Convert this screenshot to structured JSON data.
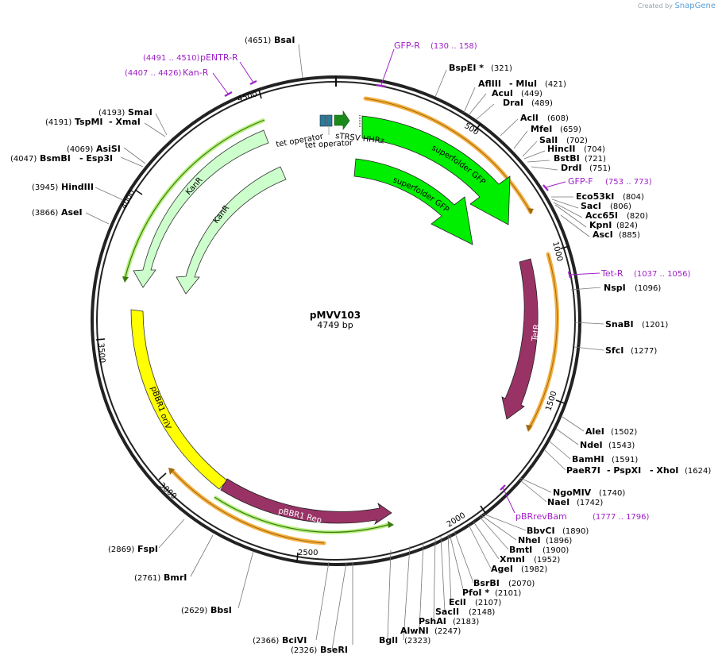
{
  "credit": {
    "prefix": "Created by",
    "brand": "SnapGene"
  },
  "plasmid": {
    "name": "pMVV103",
    "length_label": "4749 bp",
    "length": 4749
  },
  "tick_marks": [
    "500",
    "1000",
    "1500",
    "2000",
    "2500",
    "3000",
    "3500",
    "4000",
    "4500"
  ],
  "features": [
    {
      "id": "gfp-outer",
      "label": "superfolder GFP",
      "color": "#00ee00",
      "text_color": "#000000"
    },
    {
      "id": "gfp-inner",
      "label": "superfolder GFP",
      "color": "#00ee00",
      "text_color": "#000000"
    },
    {
      "id": "tetr",
      "label": "TetR",
      "color": "#993366",
      "text_color": "#ffffff"
    },
    {
      "id": "kanr-outer",
      "label": "KanR",
      "color": "#ccffcc",
      "text_color": "#000000"
    },
    {
      "id": "kanr-inner",
      "label": "KanR",
      "color": "#ccffcc",
      "text_color": "#000000"
    },
    {
      "id": "pbbr1-oriv",
      "label": "pBBR1 oriV",
      "color": "#ffff00",
      "text_color": "#000000"
    },
    {
      "id": "pbbr1-rep",
      "label": "pBBR1 Rep",
      "color": "#993366",
      "text_color": "#ffffff"
    }
  ],
  "small_features": {
    "tet_operator_1": "tet operator",
    "tet_operator_2": "tet operator",
    "strsv": "sTRSV HHRz"
  },
  "primers": [
    {
      "name": "GFP-R",
      "range": "(130 .. 158)"
    },
    {
      "name": "pENTR-R",
      "range": "(4491 .. 4510)"
    },
    {
      "name": "Kan-R",
      "range": "(4407 .. 4426)"
    },
    {
      "name": "GFP-F",
      "range": "(753 .. 773)"
    },
    {
      "name": "Tet-R",
      "range": "(1037 .. 1056)"
    },
    {
      "name": "pBRrevBam",
      "range": "(1777 .. 1796)"
    }
  ],
  "sites": [
    {
      "pos": "(4651)",
      "name": "BsaI"
    },
    {
      "name": "BspEI *",
      "pos": "(321)"
    },
    {
      "name": "AflIII",
      "name2": "- MluI",
      "pos": "(421)"
    },
    {
      "name": "AcuI",
      "pos": "(449)"
    },
    {
      "name": "DraI",
      "pos": "(489)"
    },
    {
      "name": "AclI",
      "pos": "(608)"
    },
    {
      "name": "MfeI",
      "pos": "(659)"
    },
    {
      "name": "SalI",
      "pos": "(702)"
    },
    {
      "name": "HincII",
      "pos": "(704)"
    },
    {
      "name": "BstBI",
      "pos": "(721)"
    },
    {
      "name": "DrdI",
      "pos": "(751)"
    },
    {
      "name": "Eco53kI",
      "pos": "(804)"
    },
    {
      "name": "SacI",
      "pos": "(806)"
    },
    {
      "name": "Acc65I",
      "pos": "(820)"
    },
    {
      "name": "KpnI",
      "pos": "(824)"
    },
    {
      "name": "AscI",
      "pos": "(885)"
    },
    {
      "name": "NspI",
      "pos": "(1096)"
    },
    {
      "name": "SnaBI",
      "pos": "(1201)"
    },
    {
      "name": "SfcI",
      "pos": "(1277)"
    },
    {
      "name": "AleI",
      "pos": "(1502)"
    },
    {
      "name": "NdeI",
      "pos": "(1543)"
    },
    {
      "name": "BamHI",
      "pos": "(1591)"
    },
    {
      "name": "PaeR7I",
      "name2": "- PspXI",
      "name3": "- XhoI",
      "pos": "(1624)"
    },
    {
      "name": "NgoMIV",
      "pos": "(1740)"
    },
    {
      "name": "NaeI",
      "pos": "(1742)"
    },
    {
      "name": "BbvCI",
      "pos": "(1890)"
    },
    {
      "name": "NheI",
      "pos": "(1896)"
    },
    {
      "name": "BmtI",
      "pos": "(1900)"
    },
    {
      "name": "XmnI",
      "pos": "(1952)"
    },
    {
      "name": "AgeI",
      "pos": "(1982)"
    },
    {
      "name": "BsrBI",
      "pos": "(2070)"
    },
    {
      "name": "PfoI *",
      "pos": "(2101)"
    },
    {
      "name": "EciI",
      "pos": "(2107)"
    },
    {
      "name": "SacII",
      "pos": "(2148)"
    },
    {
      "name": "PshAI",
      "pos": "(2183)"
    },
    {
      "name": "AlwNI",
      "pos": "(2247)"
    },
    {
      "name": "BglI",
      "pos": "(2323)"
    },
    {
      "pos": "(2326)",
      "name": "BseRI"
    },
    {
      "pos": "(2366)",
      "name": "BciVI"
    },
    {
      "pos": "(2629)",
      "name": "BbsI"
    },
    {
      "pos": "(2761)",
      "name": "BmrI"
    },
    {
      "pos": "(2869)",
      "name": "FspI"
    },
    {
      "pos": "(3866)",
      "name": "AseI"
    },
    {
      "pos": "(3945)",
      "name": "HindIII"
    },
    {
      "pos": "(4047)",
      "name": "BsmBI",
      "name2": "- Esp3I"
    },
    {
      "pos": "(4069)",
      "name": "AsiSI"
    },
    {
      "pos": "(4191)",
      "name": "TspMI",
      "name2": "- XmaI"
    },
    {
      "pos": "(4193)",
      "name": "SmaI"
    }
  ]
}
